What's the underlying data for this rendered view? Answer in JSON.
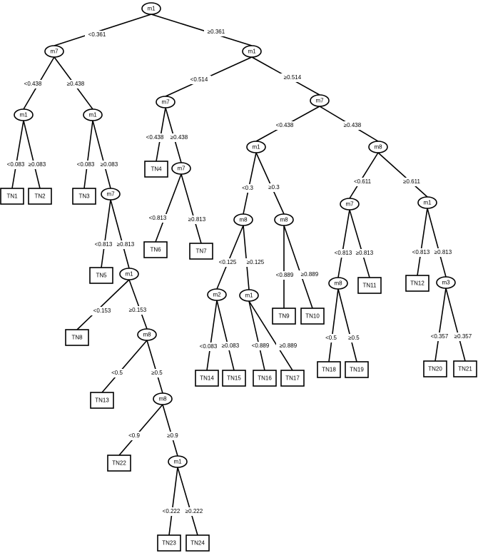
{
  "nodes": {
    "n1": "m1",
    "n2": "m7",
    "n3": "m1",
    "n4": "m1",
    "n5": "m1",
    "n6": "m7",
    "n7": "m7",
    "n8": "m7",
    "n9": "m7",
    "n10": "m1",
    "n11": "m8",
    "n12": "m1",
    "n13": "m8",
    "n14": "m8",
    "n15": "m1",
    "n16": "m7",
    "n17": "m1",
    "n18": "m2",
    "n19": "m1",
    "n20": "m7",
    "n21": "m7",
    "n22": "m8",
    "n23": "m3",
    "TN1": "TN1",
    "TN2": "TN2",
    "TN3": "TN3",
    "TN4": "TN4",
    "TN5": "TN5",
    "TN6": "TN6",
    "TN7": "TN7",
    "TN8": "TN8",
    "TN9": "TN9",
    "TN10": "TN10",
    "TN11": "TN11",
    "TN12": "TN12",
    "TN13": "TN13",
    "TN14": "TN14",
    "TN15": "TN15",
    "TN16": "TN16",
    "TN17": "TN17",
    "TN18": "TN18",
    "TN19": "TN19",
    "TN20": "TN20",
    "TN21": "TN21",
    "TN22": "TN22",
    "TN23": "TN23",
    "TN24": "TN24"
  },
  "edges": {
    "e1": "<0.361",
    "e2": "≥0.361",
    "e3": "<0.438",
    "e4": "≥0.438",
    "e5": "<0.514",
    "e6": "≥0.514",
    "e7": "<0.083",
    "e8": "≥0.083",
    "e9": "<0.083",
    "e10": "≥0.083",
    "e11": "<0.438",
    "e12": "≥0.438",
    "e13": "<0.438",
    "e14": "≥0.438",
    "e15": "<0.813",
    "e16": "≥0.813",
    "e17": "<0.813",
    "e18": "≥0.813",
    "e19": "<0.3",
    "e20": "≥0.3",
    "e21": "<0.611",
    "e22": "≥0.611",
    "e23": "<0.153",
    "e24": "≥0.153",
    "e25": "<0.125",
    "e26": "≥0.125",
    "e27": "<0.889",
    "e28": "≥0.889",
    "e29": "<0.813",
    "e30": "≥0.813",
    "e31": "<0.813",
    "e32": "≥0.813",
    "e33": "<0.5",
    "e34": "≥0.5",
    "e35": "<0.083",
    "e36": "≥0.083",
    "e37": "<0.889",
    "e38": "≥0.889",
    "e39": "<0.5",
    "e40": "≥0.5",
    "e41": "<0.357",
    "e42": "≥0.357",
    "e43": "<0.9",
    "e44": "≥0.9",
    "e45": "<0.222",
    "e46": "≥0.222"
  }
}
